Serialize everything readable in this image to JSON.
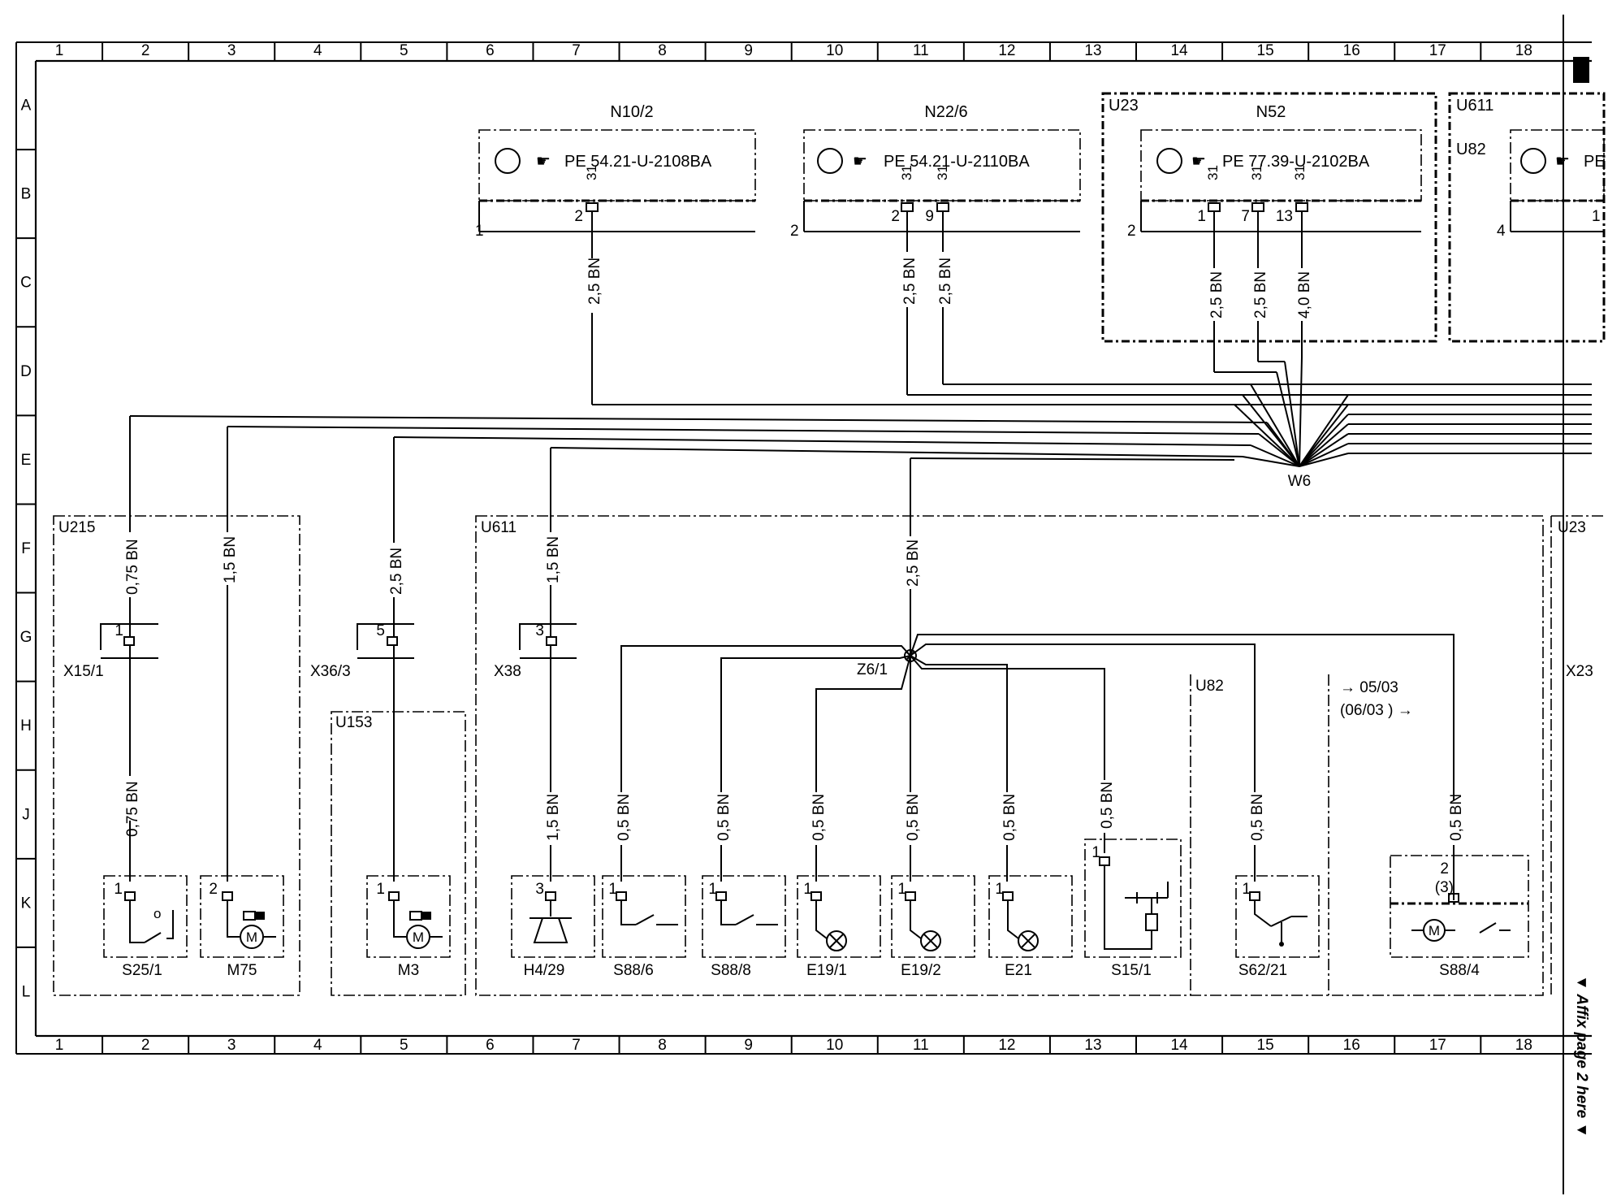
{
  "grid": {
    "columns": [
      "1",
      "2",
      "3",
      "4",
      "5",
      "6",
      "7",
      "8",
      "9",
      "10",
      "11",
      "12",
      "13",
      "14",
      "15",
      "16",
      "17",
      "18"
    ],
    "rows": [
      "A",
      "B",
      "C",
      "D",
      "E",
      "F",
      "G",
      "H",
      "J",
      "K",
      "L"
    ]
  },
  "side_note": "▼ Affix page 2 here ▼",
  "harness": "W6",
  "modules": [
    {
      "name": "N10/2",
      "ref": "PE 54.21-U-2108BA",
      "side": "1",
      "pins": [
        "2"
      ],
      "pin_tags": [
        "31"
      ]
    },
    {
      "name": "N22/6",
      "ref": "PE 54.21-U-2110BA",
      "side": "2",
      "pins": [
        "2",
        "9"
      ],
      "pin_tags": [
        "31",
        "31"
      ]
    },
    {
      "name": "N52",
      "ref": "PE 77.39-U-2102BA",
      "side": "2",
      "pins": [
        "1",
        "7",
        "13"
      ],
      "pin_tags": [
        "31",
        "31",
        "31"
      ],
      "group": "U23"
    },
    {
      "name": "U82",
      "ref": "PE",
      "side": "4",
      "pins": [
        "1"
      ],
      "group": "U611"
    }
  ],
  "wires_top": [
    "2,5 BN",
    "2,5 BN",
    "2,5 BN",
    "2,5 BN",
    "2,5 BN",
    "4,0 BN"
  ],
  "groups": [
    "U215",
    "U611",
    "U153",
    "U23",
    "U82"
  ],
  "connectors": [
    {
      "name": "X15/1",
      "pin": "1"
    },
    {
      "name": "X36/3",
      "pin": "5"
    },
    {
      "name": "X38",
      "pin": "3"
    },
    {
      "name": "X23"
    }
  ],
  "splice": "Z6/1",
  "wires_mid": [
    "0,75 BN",
    "1,5 BN",
    "2,5 BN",
    "1,5 BN",
    "2,5 BN"
  ],
  "wires_low": [
    "0,75 BN",
    "1,5 BN",
    "0,5 BN",
    "0,5 BN",
    "0,5 BN",
    "0,5 BN",
    "0,5 BN",
    "0,5 BN",
    "0,5 BN",
    "0,5 BN"
  ],
  "version_note": {
    "line1": "→ 05/03",
    "line2": "(06/03  ) →"
  },
  "components": [
    {
      "name": "S25/1",
      "pin": "1"
    },
    {
      "name": "M75",
      "pin": "2"
    },
    {
      "name": "M3",
      "pin": "1"
    },
    {
      "name": "H4/29",
      "pin": "3"
    },
    {
      "name": "S88/6",
      "pin": "1"
    },
    {
      "name": "S88/8",
      "pin": "1"
    },
    {
      "name": "E19/1",
      "pin": "1"
    },
    {
      "name": "E19/2",
      "pin": "1"
    },
    {
      "name": "E21",
      "pin": "1"
    },
    {
      "name": "S15/1",
      "pin": "1"
    },
    {
      "name": "S62/21",
      "pin": "1"
    },
    {
      "name": "S88/4",
      "pin": "2",
      "pin_alt": "(3)"
    }
  ],
  "motor_glyph": "M",
  "switch_state": "o"
}
